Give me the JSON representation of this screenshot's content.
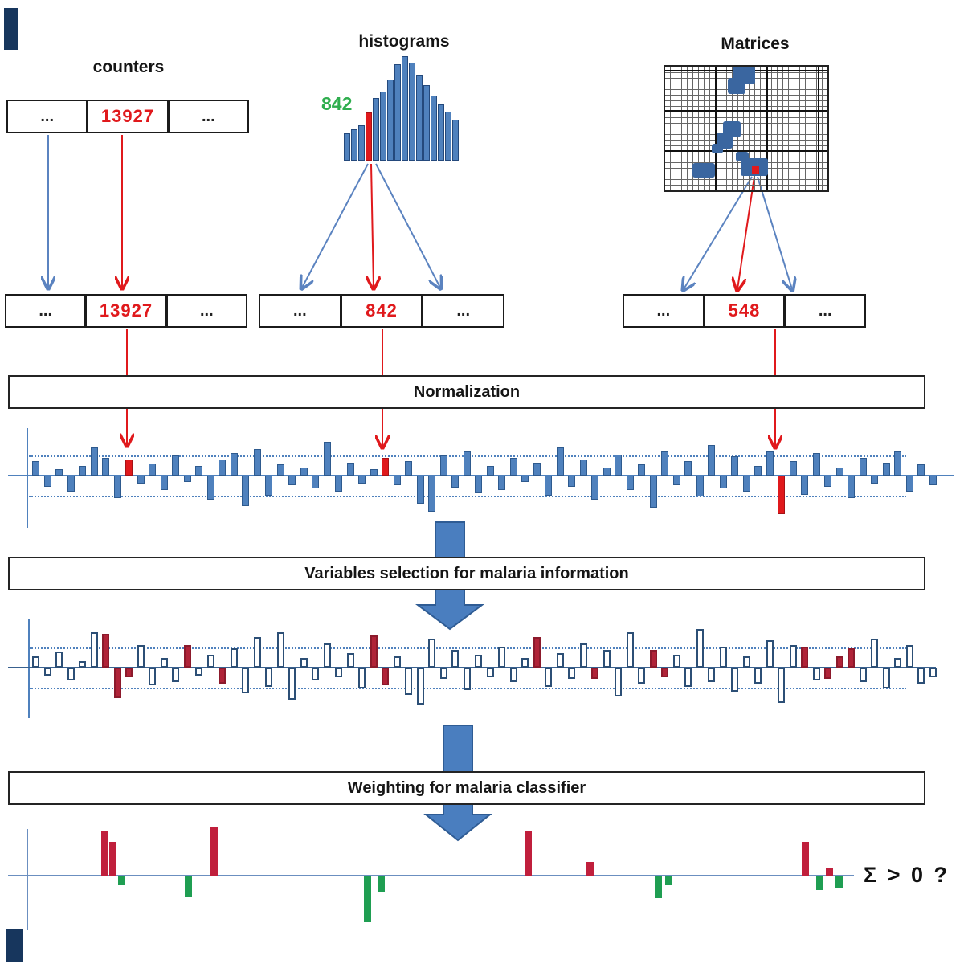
{
  "labels": {
    "counters_title": "counters",
    "histograms_title": "histograms",
    "matrices_title": "Matrices",
    "stage1": "Normalization",
    "stage2": "Variables selection for malaria information",
    "stage3": "Weighting for malaria classifier",
    "sigma_question": "Σ > 0 ?",
    "hist_highlight_value": "842"
  },
  "arrays": {
    "counters_top": [
      "...",
      "13927",
      "..."
    ],
    "counters_row": [
      "...",
      "13927",
      "..."
    ],
    "hist_row": [
      "...",
      "842",
      "..."
    ],
    "matrix_row": [
      "...",
      "548",
      "..."
    ]
  },
  "palette": {
    "bar_blue": "#4f81bd",
    "bar_blue_border": "#2e5a8e",
    "highlight_red": "#e0191c",
    "selected_maroon": "#b02338",
    "weight_red": "#c01f3c",
    "weight_green": "#1f9e52",
    "green_label": "#2fae4e",
    "connector_blue": "#5b83c0",
    "block_arrow_blue": "#4a7ebf"
  },
  "histogram": {
    "heights": [
      34,
      39,
      44,
      60,
      78,
      86,
      101,
      120,
      130,
      122,
      107,
      94,
      81,
      70,
      61,
      51
    ],
    "red_index": 3
  },
  "signals": {
    "normalized": {
      "values": [
        18,
        -14,
        8,
        -20,
        12,
        35,
        22,
        -28,
        20,
        -10,
        15,
        -18,
        25,
        -8,
        12,
        -30,
        20,
        28,
        -38,
        33,
        -25,
        14,
        -12,
        10,
        -16,
        42,
        -20,
        16,
        -10,
        8,
        22,
        -12,
        18,
        -35,
        -45,
        25,
        -15,
        30,
        -22,
        12,
        -18,
        22,
        -8,
        16,
        -25,
        35,
        -14,
        20,
        -30,
        10,
        26,
        -18,
        14,
        -40,
        30,
        -12,
        18,
        -26,
        38,
        -16,
        24,
        -20,
        12,
        30,
        -48,
        18,
        -24,
        28,
        -14,
        10,
        -28,
        22,
        -10,
        16,
        30,
        -20,
        14,
        -12
      ],
      "red_indices": [
        8,
        30,
        64
      ]
    },
    "selected": {
      "values": [
        14,
        -10,
        20,
        -16,
        8,
        44,
        42,
        -38,
        -12,
        28,
        -22,
        12,
        -18,
        28,
        -10,
        16,
        -20,
        24,
        -32,
        38,
        -24,
        44,
        -40,
        12,
        -16,
        30,
        -12,
        18,
        -26,
        40,
        -22,
        14,
        -34,
        -46,
        36,
        -14,
        22,
        -28,
        16,
        -12,
        26,
        -18,
        12,
        38,
        -24,
        18,
        -14,
        30,
        -14,
        22,
        -36,
        44,
        -20,
        22,
        -12,
        16,
        -24,
        48,
        -18,
        26,
        -30,
        14,
        -20,
        34,
        -44,
        28,
        26,
        -16,
        -14,
        14,
        24,
        -18,
        36,
        -26,
        12,
        28,
        -20,
        -12
      ],
      "red_indices": [
        6,
        7,
        8,
        13,
        16,
        29,
        30,
        43,
        48,
        53,
        54,
        66,
        68,
        69,
        70
      ]
    },
    "weighted": {
      "bars": [
        [
          126,
          55
        ],
        [
          136,
          42
        ],
        [
          147,
          -12
        ],
        [
          230,
          -26
        ],
        [
          262,
          60
        ],
        [
          453,
          -58
        ],
        [
          470,
          -20
        ],
        [
          653,
          55
        ],
        [
          730,
          17
        ],
        [
          815,
          -28
        ],
        [
          828,
          -12
        ],
        [
          998,
          42
        ],
        [
          1016,
          -18
        ],
        [
          1028,
          10
        ],
        [
          1040,
          -16
        ]
      ]
    }
  }
}
